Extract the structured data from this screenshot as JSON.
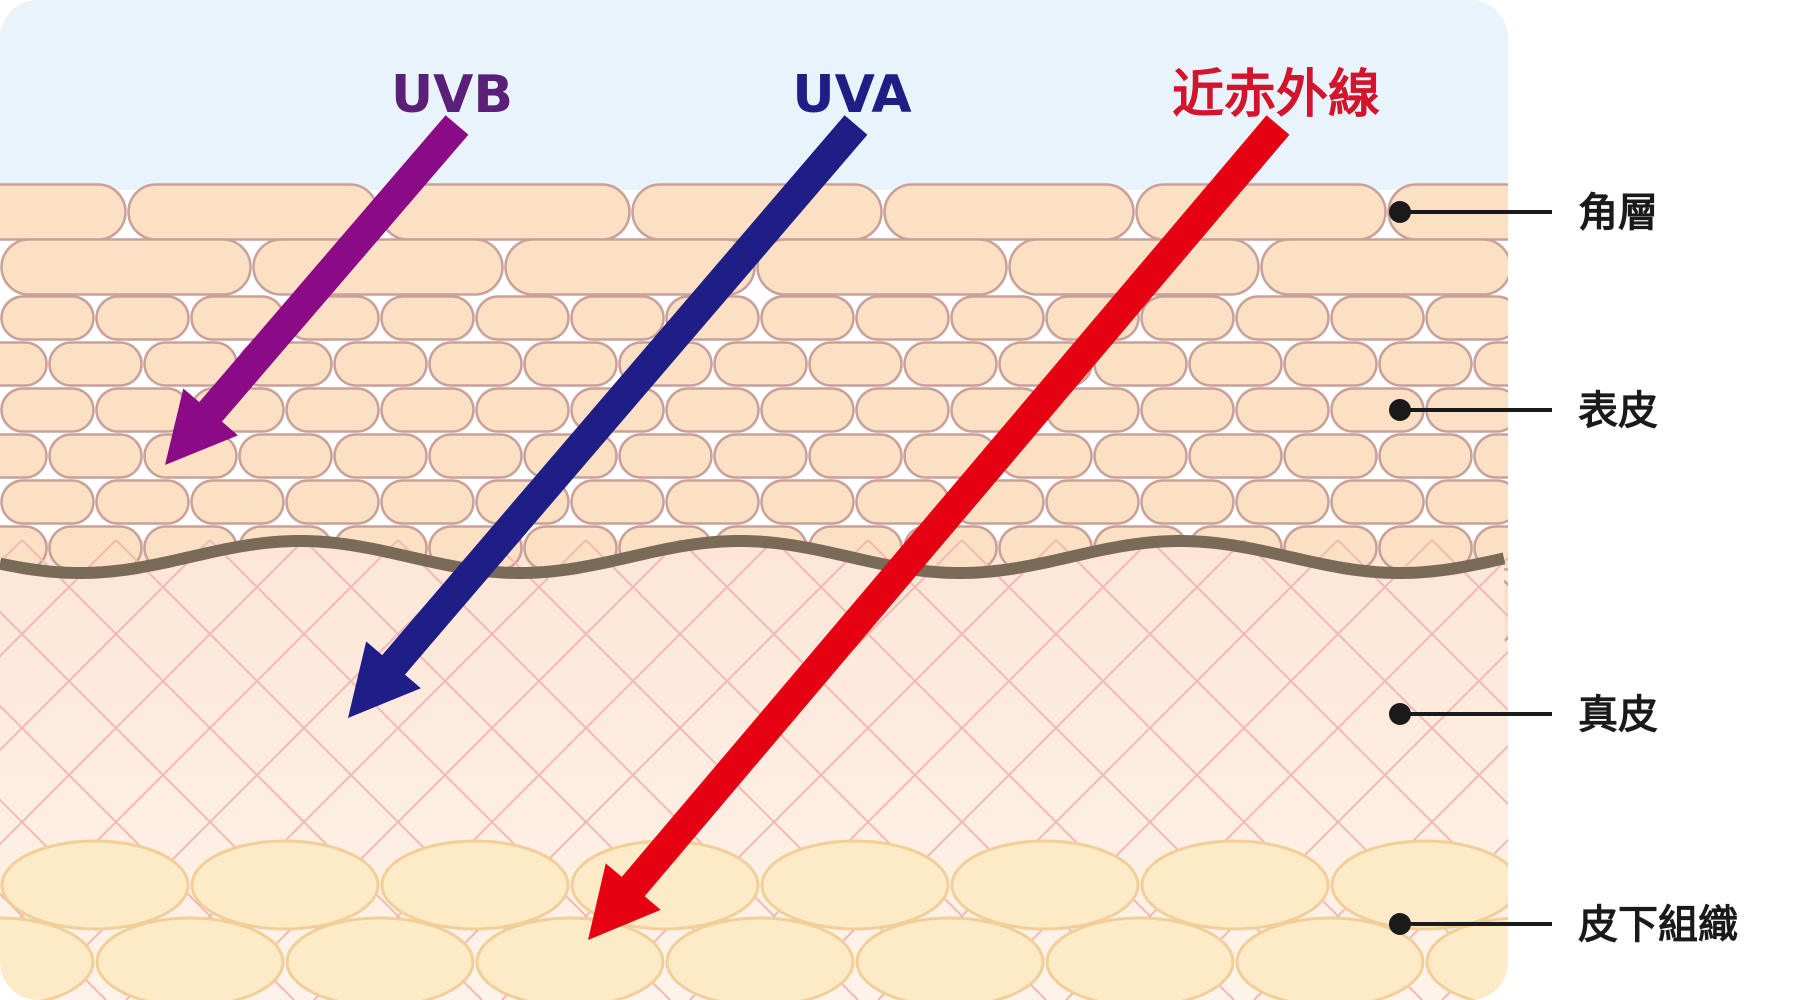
{
  "rays": [
    {
      "id": "uvb",
      "label": "UVB",
      "color": "#8b0a85",
      "label_color": "#5b1f7a"
    },
    {
      "id": "uva",
      "label": "UVA",
      "color": "#1e1e86",
      "label_color": "#1e1e86"
    },
    {
      "id": "nir",
      "label": "近赤外線",
      "color": "#e50012",
      "label_color": "#d2142d"
    }
  ],
  "layers": [
    {
      "id": "stratum-corneum",
      "label": "角層"
    },
    {
      "id": "epidermis",
      "label": "表皮"
    },
    {
      "id": "dermis",
      "label": "真皮"
    },
    {
      "id": "subcutaneous",
      "label": "皮下組織"
    }
  ],
  "colors": {
    "sky": "#e8f3fb",
    "cell_fill": "#fbe0c4",
    "cell_stroke": "#c9a09a",
    "dermis_top": "#fde6d6",
    "dermis_bottom": "#fef3ea",
    "mesh": "#f4b8b4",
    "basement": "#7a6a58",
    "fat_fill": "#fdebc8",
    "fat_stroke": "#f2cf98",
    "leader": "#1a1a1a"
  }
}
